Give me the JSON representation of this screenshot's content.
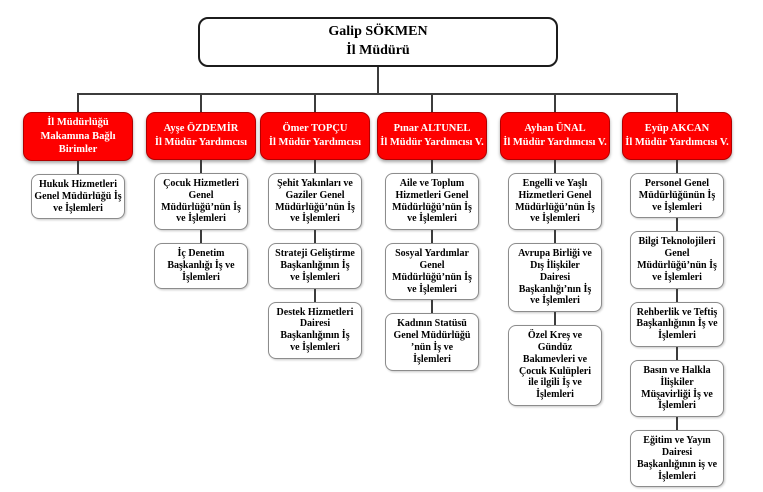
{
  "root": {
    "name": "Galip SÖKMEN",
    "title": "İl Müdürü"
  },
  "colors": {
    "branch_fill": "#fe0000",
    "branch_text": "#ffffff",
    "connector_line": "#3c3c3c",
    "unit_border": "#8c8c8c"
  },
  "columns": [
    {
      "header": "İl Müdürlüğü\nMakamına Bağlı\nBirimler",
      "items": [
        "Hukuk Hizmetleri\nGenel Müdürlüğü İş\nve İşlemleri"
      ]
    },
    {
      "header": "Ayşe ÖZDEMİR\nİl Müdür Yardımcısı",
      "items": [
        "Çocuk Hizmetleri\nGenel\nMüdürlüğü’nün İş\nve İşlemleri",
        "İç Denetim\nBaşkanlığı İş ve\nİşlemleri"
      ]
    },
    {
      "header": "Ömer TOPÇU\nİl Müdür Yardımcısı",
      "items": [
        "Şehit Yakınları ve\nGaziler Genel\nMüdürlüğü’nün İş\nve İşlemleri",
        "Strateji Geliştirme\nBaşkanlığının İş\nve İşlemleri",
        "Destek Hizmetleri\nDairesi\nBaşkanlığının İş\nve İşlemleri"
      ]
    },
    {
      "header": "Pınar ALTUNEL\nİl Müdür Yardımcısı V.",
      "items": [
        "Aile ve Toplum\nHizmetleri Genel\nMüdürlüğü’nün İş\nve İşlemleri",
        "Sosyal Yardımlar\nGenel\nMüdürlüğü’nün İş\nve İşlemleri",
        "Kadının Statüsü\nGenel Müdürlüğü\n’nün İş ve\nİşlemleri"
      ]
    },
    {
      "header": "Ayhan ÜNAL\nİl Müdür Yardımcısı V.",
      "items": [
        "Engelli ve Yaşlı\nHizmetleri Genel\nMüdürlüğü’nün İş\nve İşlemleri",
        "Avrupa Birliği ve\nDış İlişkiler\nDairesi\nBaşkanlığı’nın İş\nve İşlemleri",
        "Özel Kreş ve\nGündüz\nBakımevleri ve\nÇocuk Kulüpleri\nile ilgili İş ve\nİşlemleri"
      ]
    },
    {
      "header": "Eyüp AKCAN\nİl Müdür Yardımcısı V.",
      "items": [
        "Personel Genel\nMüdürlüğünün İş\nve İşlemleri",
        "Bilgi Teknolojileri\nGenel\nMüdürlüğü’nün İş\nve İşlemleri",
        "Rehberlik ve Teftiş\nBaşkanlığının İş ve\nİşlemleri",
        "Basın ve Halkla\nİlişkiler\nMüşavirliği İş ve\nİşlemleri",
        "Eğitim ve Yayın\nDairesi\nBaşkanlığının iş ve\nİşlemleri"
      ]
    }
  ]
}
